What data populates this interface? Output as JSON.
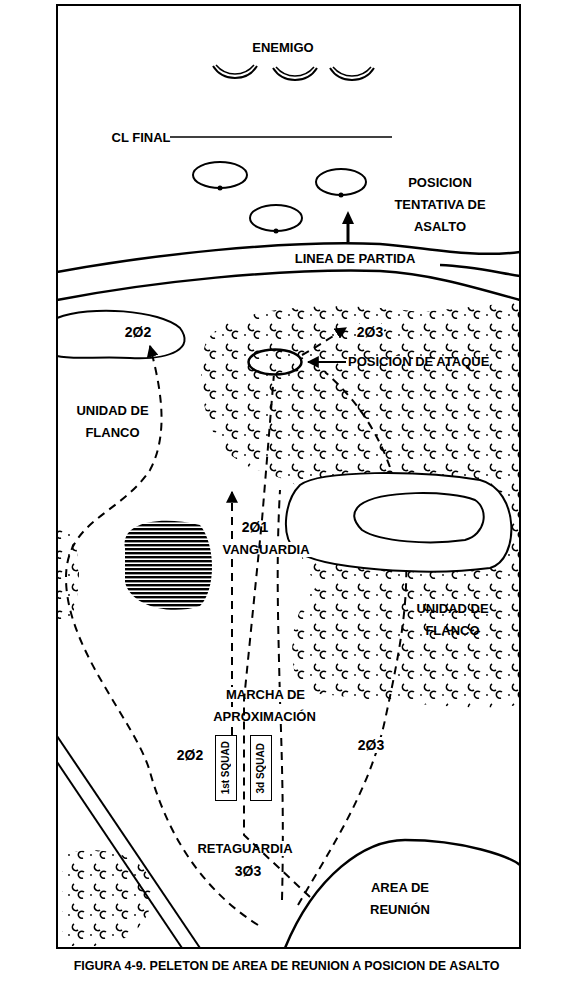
{
  "diagram": {
    "caption": "FIGURA 4-9. PELETON DE AREA DE REUNION A POSICION DE ASALTO",
    "nodes": [
      {
        "text": [
          "POSICIÓN DE ATAQUE"
        ]
      },
      {
        "text": [
          "1st SQUAD"
        ]
      },
      {
        "text": [
          "3d SQUAD"
        ]
      },
      {
        "text": [
          "AREA DE REUNIÓN"
        ]
      }
    ],
    "edges": [
      {
        "from": 3,
        "to": 0,
        "arrow": "none"
      }
    ],
    "labels": [
      "ENEMIGO",
      "CL FINAL",
      "POSICION TENTATIVA DE ASALTO",
      "LINEA DE PARTIDA",
      "2Ø2",
      "2Ø3",
      "UNIDAD DE FLANCO",
      "2Ø1",
      "VANGUARDIA",
      "UNIDAD DE FLANCO",
      "MARCHA DE APROXIMACIÓN",
      "2Ø2",
      "2Ø3",
      "RETAGUARDIA",
      "3Ø3"
    ]
  }
}
